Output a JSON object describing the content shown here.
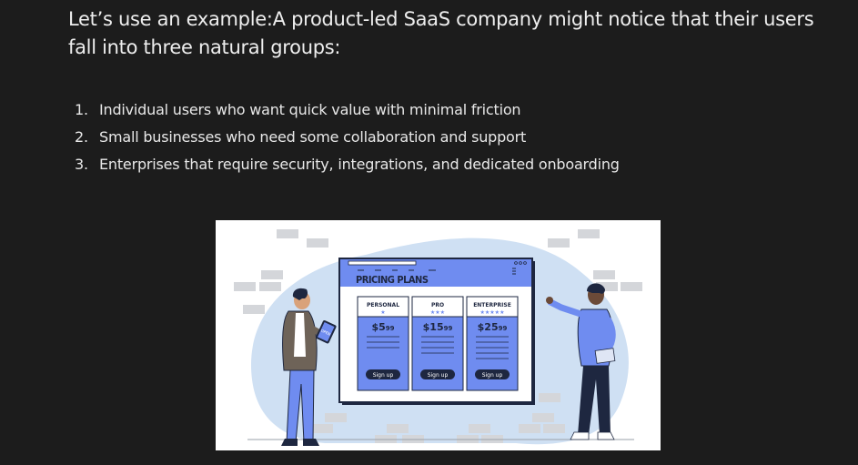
{
  "intro": "Let’s use an example:A product-led SaaS company might notice that their users fall into three natural groups:",
  "steps": [
    {
      "num": "1.",
      "text": "Individual users who want quick value with minimal friction"
    },
    {
      "num": "2.",
      "text": "Small businesses who need some collaboration and support"
    },
    {
      "num": "3.",
      "text": "Enterprises that require security, integrations, and dedicated onboarding"
    }
  ],
  "illustration": {
    "board_title": "PRICING PLANS",
    "plans": [
      {
        "name": "PERSONAL",
        "stars": "★",
        "price": "$5",
        "cents": "99",
        "cta": "Sign up"
      },
      {
        "name": "PRO",
        "stars": "★★★",
        "price": "$15",
        "cents": "99",
        "cta": "Sign up"
      },
      {
        "name": "ENTERPRISE",
        "stars": "★★★★★",
        "price": "$25",
        "cents": "99",
        "cta": "Sign up"
      }
    ],
    "tablet_label": "OPEN",
    "colors": {
      "page_bg": "#1c1c1c",
      "accent_blue": "#6f8cf0",
      "blob_blue": "#cfe0f3",
      "dark_navy": "#1e2740"
    }
  }
}
